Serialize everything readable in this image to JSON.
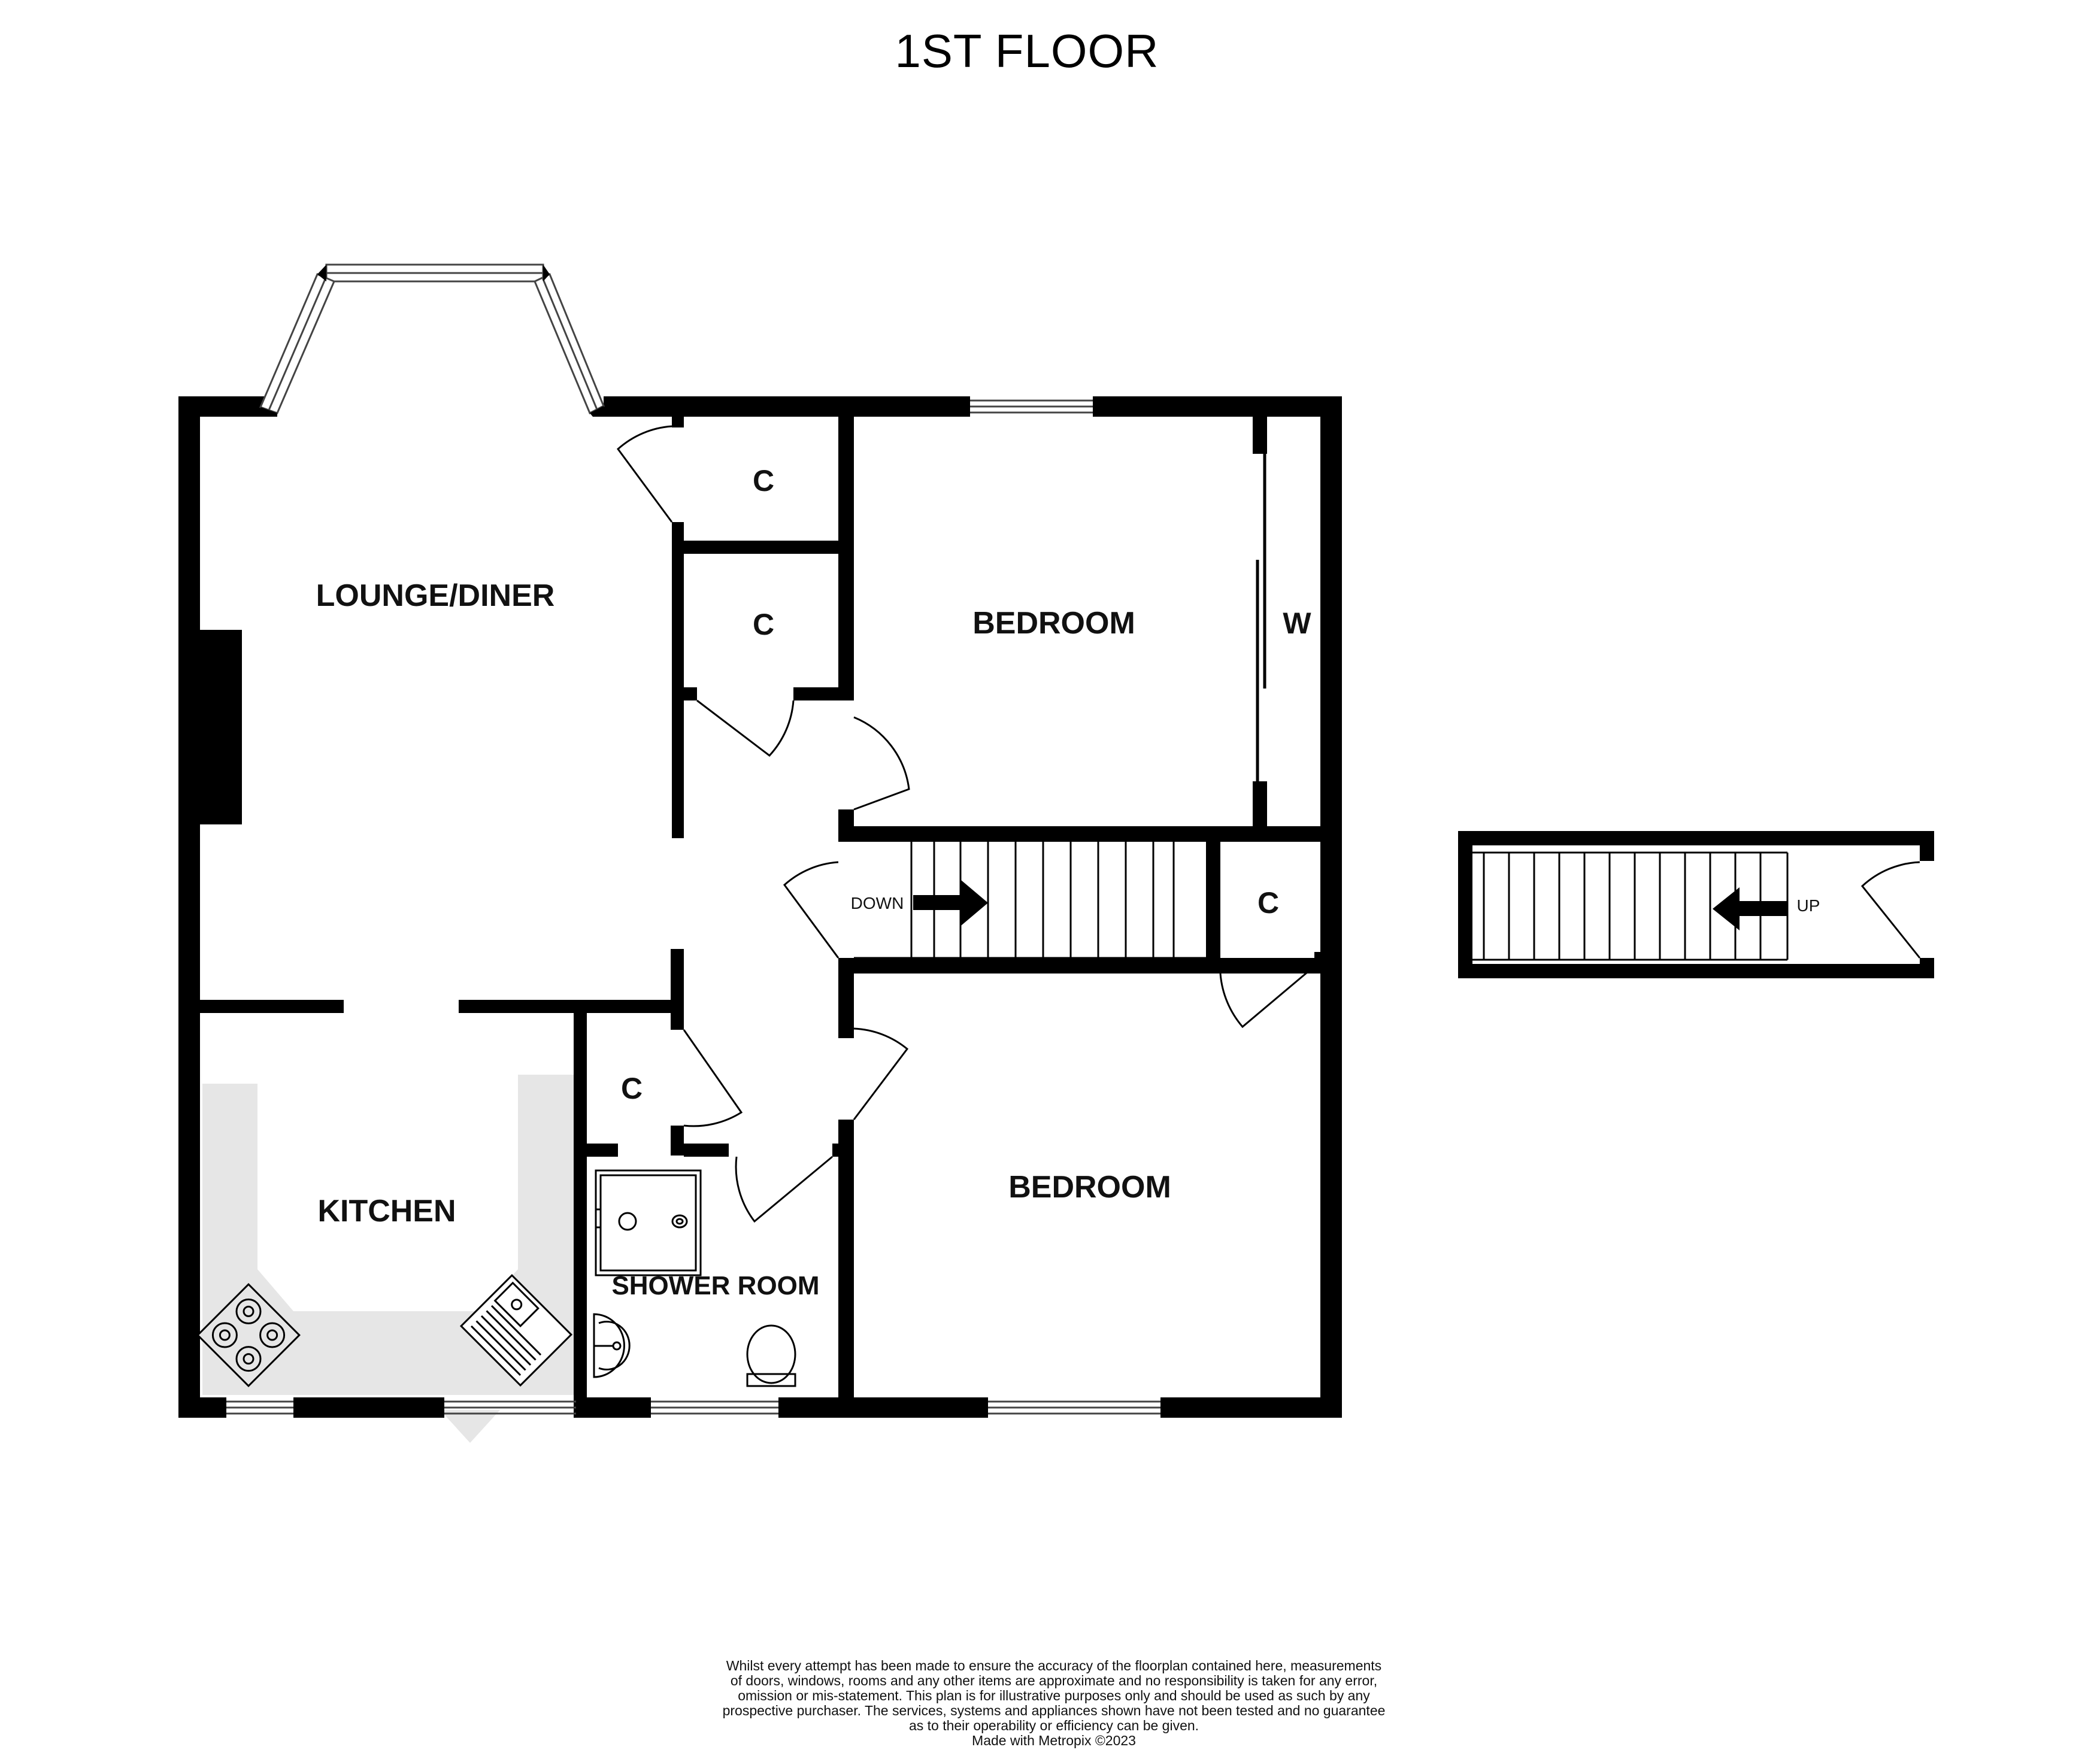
{
  "header": {
    "title": "1ST FLOOR"
  },
  "rooms": {
    "lounge_diner": "LOUNGE/DINER",
    "bedroom_1": "BEDROOM",
    "bedroom_2": "BEDROOM",
    "kitchen": "KITCHEN",
    "shower_room": "SHOWER ROOM",
    "cupboard_1": "C",
    "cupboard_2": "C",
    "cupboard_3": "C",
    "cupboard_4": "C",
    "wardrobe": "W"
  },
  "stairs": {
    "down_label": "DOWN",
    "up_label": "UP"
  },
  "disclaimer": {
    "lines": [
      "Whilst every attempt has been made to ensure the accuracy of the floorplan contained here, measurements",
      "of doors, windows, rooms and any other items are approximate and no responsibility is taken for any error,",
      "omission or mis-statement. This plan is for illustrative purposes only and should be used as such by any",
      "prospective purchaser. The services, systems and appliances shown have not been tested and no guarantee",
      "as to their operability or efficiency can be given."
    ],
    "credit": "Made with Metropix ©2023"
  },
  "colors": {
    "wall": "#000000",
    "fixture_shade": "#e6e6e6",
    "background": "#ffffff"
  }
}
